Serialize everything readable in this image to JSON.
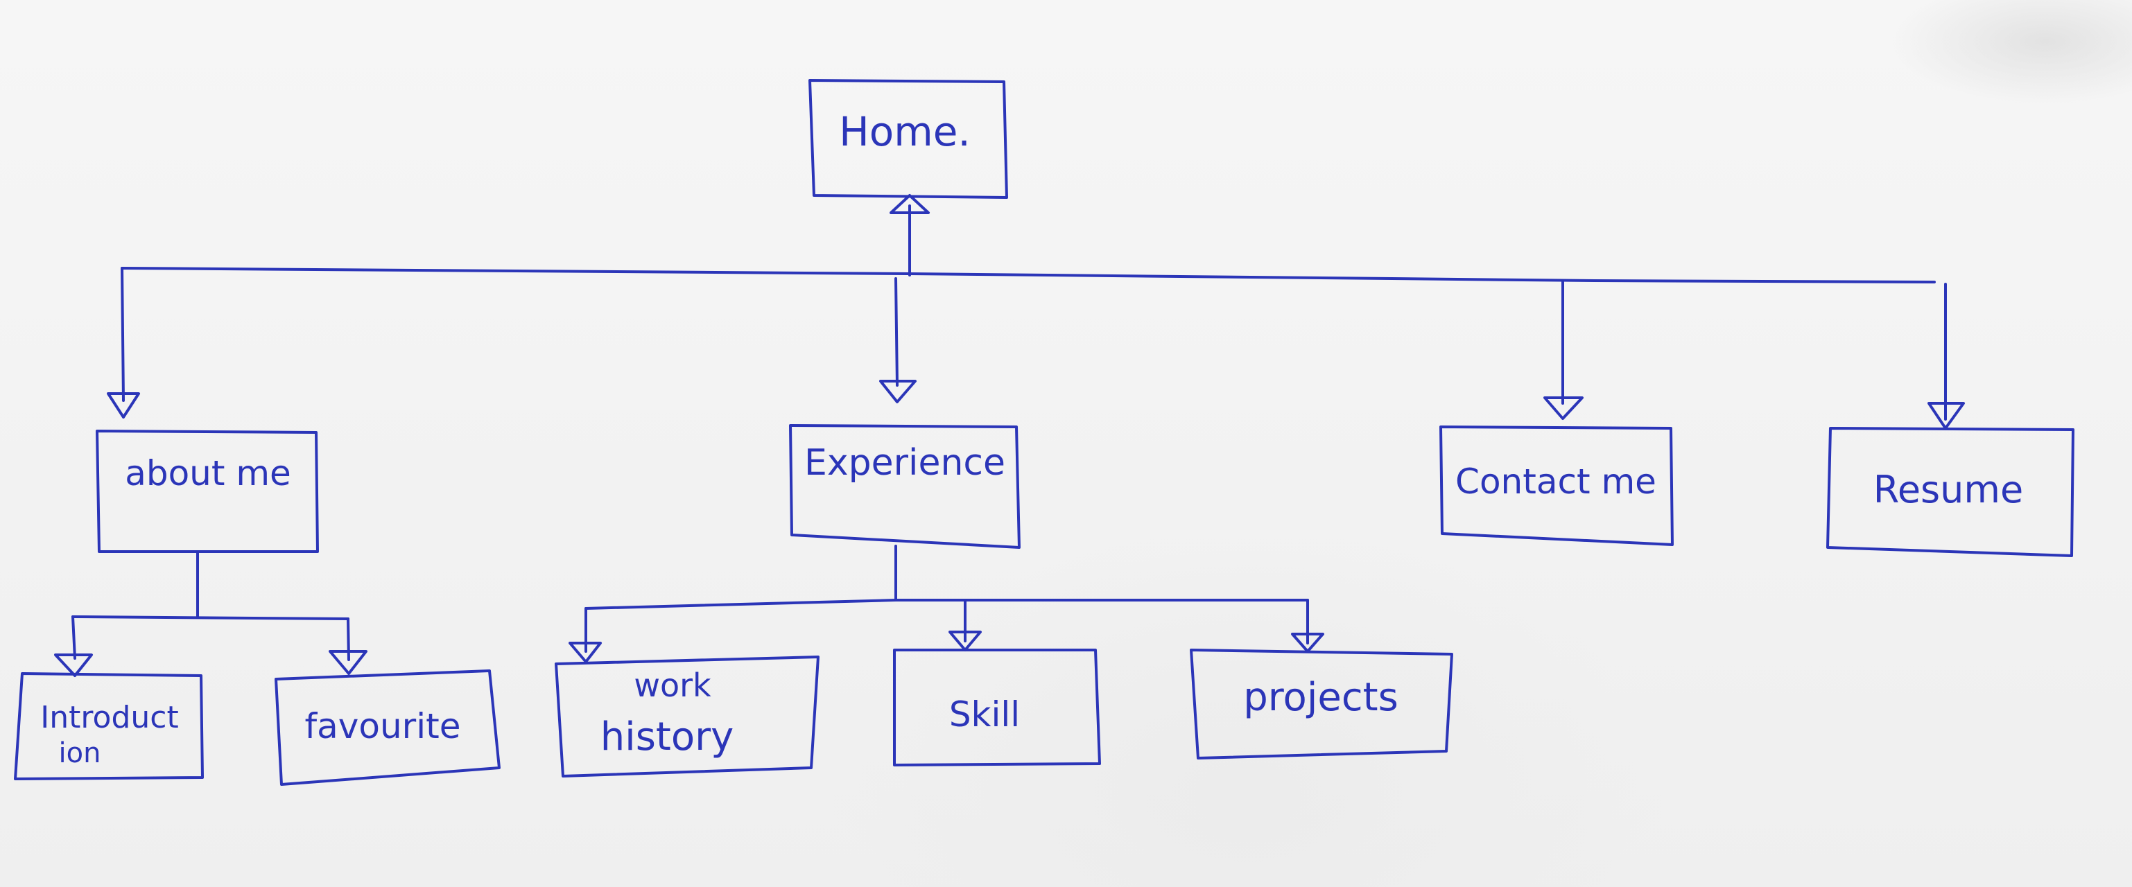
{
  "colors": {
    "ink": "#2b35b8",
    "paper": "#f3f3f3"
  },
  "nodes": {
    "home": {
      "label": "Home."
    },
    "about_me": {
      "label": "about me"
    },
    "experience": {
      "label": "Experience"
    },
    "contact_me": {
      "label": "Contact me"
    },
    "resume": {
      "label": "Resume"
    },
    "introduction": {
      "label_line1": "Introduct",
      "label_line2": "ion"
    },
    "favourite": {
      "label": "favourite"
    },
    "work_history": {
      "label_line1": "work",
      "label_line2": "history"
    },
    "skill": {
      "label": "Skill"
    },
    "projects": {
      "label": "projects"
    }
  }
}
